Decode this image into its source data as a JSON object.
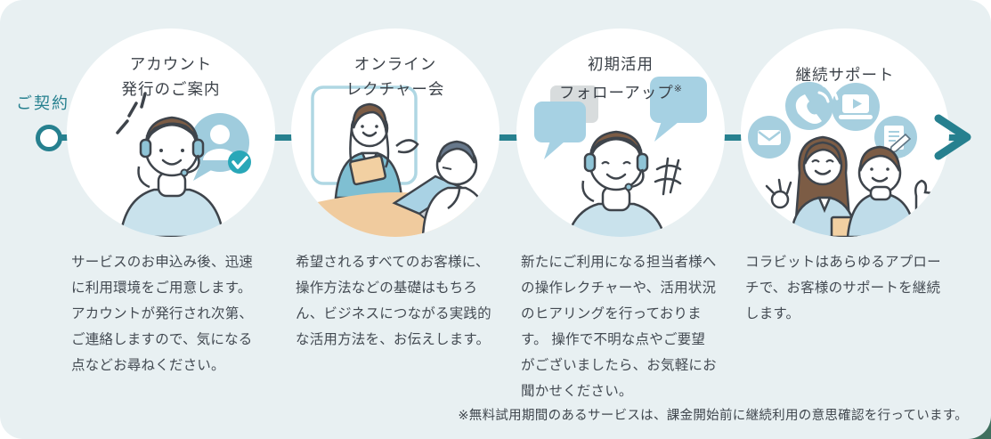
{
  "panel": {
    "background": "#E8F0F2",
    "corner_accent": "#40705F"
  },
  "colors": {
    "accent_teal": "#26808F",
    "title_text": "#3C4249",
    "body_text": "#434A52",
    "illustration_blue": "#A6CFDF",
    "badge_teal": "#29A7B8",
    "hair_brown": "#7C5C45",
    "desk_tan": "#F0CB9E",
    "grey_bubble": "#D8DCDD"
  },
  "timeline": {
    "start_label": "ご契約",
    "start_node": "ring-node",
    "end_node": "right-arrow-icon"
  },
  "steps": [
    {
      "title_line1": "アカウント",
      "title_line2": "発行のご案内",
      "note": "",
      "description": "サービスのお申込み後、迅速\nに利用環境をご用意します。\nアカウントが発行され次第、\nご連絡しますので、気になる\n点などお尋ねください。",
      "illustration": "operator-with-headset",
      "icons": [
        "user-bubble-icon",
        "check-icon"
      ]
    },
    {
      "title_line1": "オンライン",
      "title_line2": "レクチャー会",
      "note": "",
      "description": "希望されるすべてのお客様に、\n操作方法などの基礎はもちろ\nん、ビジネスにつながる実践的\nな活用方法を、お伝えします。",
      "illustration": "online-lecture-video-call",
      "icons": []
    },
    {
      "title_line1": "初期活用",
      "title_line2": "フォローアップ",
      "note": "※",
      "description": "新たにご利用になる担当者様へ\nの操作レクチャーや、活用状況\nのヒアリングを行っておりま\nす。 操作で不明な点やご要望\nがございましたら、お気軽にお\n聞かせください。",
      "illustration": "support-agent-with-speech-bubbles",
      "icons": [
        "speech-bubble-icon"
      ]
    },
    {
      "title_line1": "継続サポート",
      "title_line2": "",
      "note": "",
      "description": "コラビットはあらゆるアプロー\nチで、お客様のサポートを継続\nします。",
      "illustration": "ongoing-support-team",
      "icons": [
        "mail-icon",
        "phone-icon",
        "video-call-icon",
        "document-pencil-icon"
      ]
    }
  ],
  "footnote": "※無料試用期間のあるサービスは、課金開始前に継続利用の意思確認を行っています。"
}
